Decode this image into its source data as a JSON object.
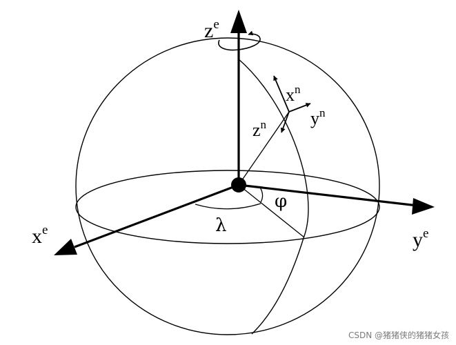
{
  "labels": {
    "ze_base": "z",
    "ze_sup": "e",
    "xe_base": "x",
    "xe_sup": "e",
    "ye_base": "y",
    "ye_sup": "e",
    "xn_base": "x",
    "xn_sup": "n",
    "yn_base": "y",
    "yn_sup": "n",
    "zn_base": "z",
    "zn_sup": "n",
    "lambda": "λ",
    "phi": "φ"
  },
  "watermark": "CSDN @猪猪侠的猪猪女孩"
}
